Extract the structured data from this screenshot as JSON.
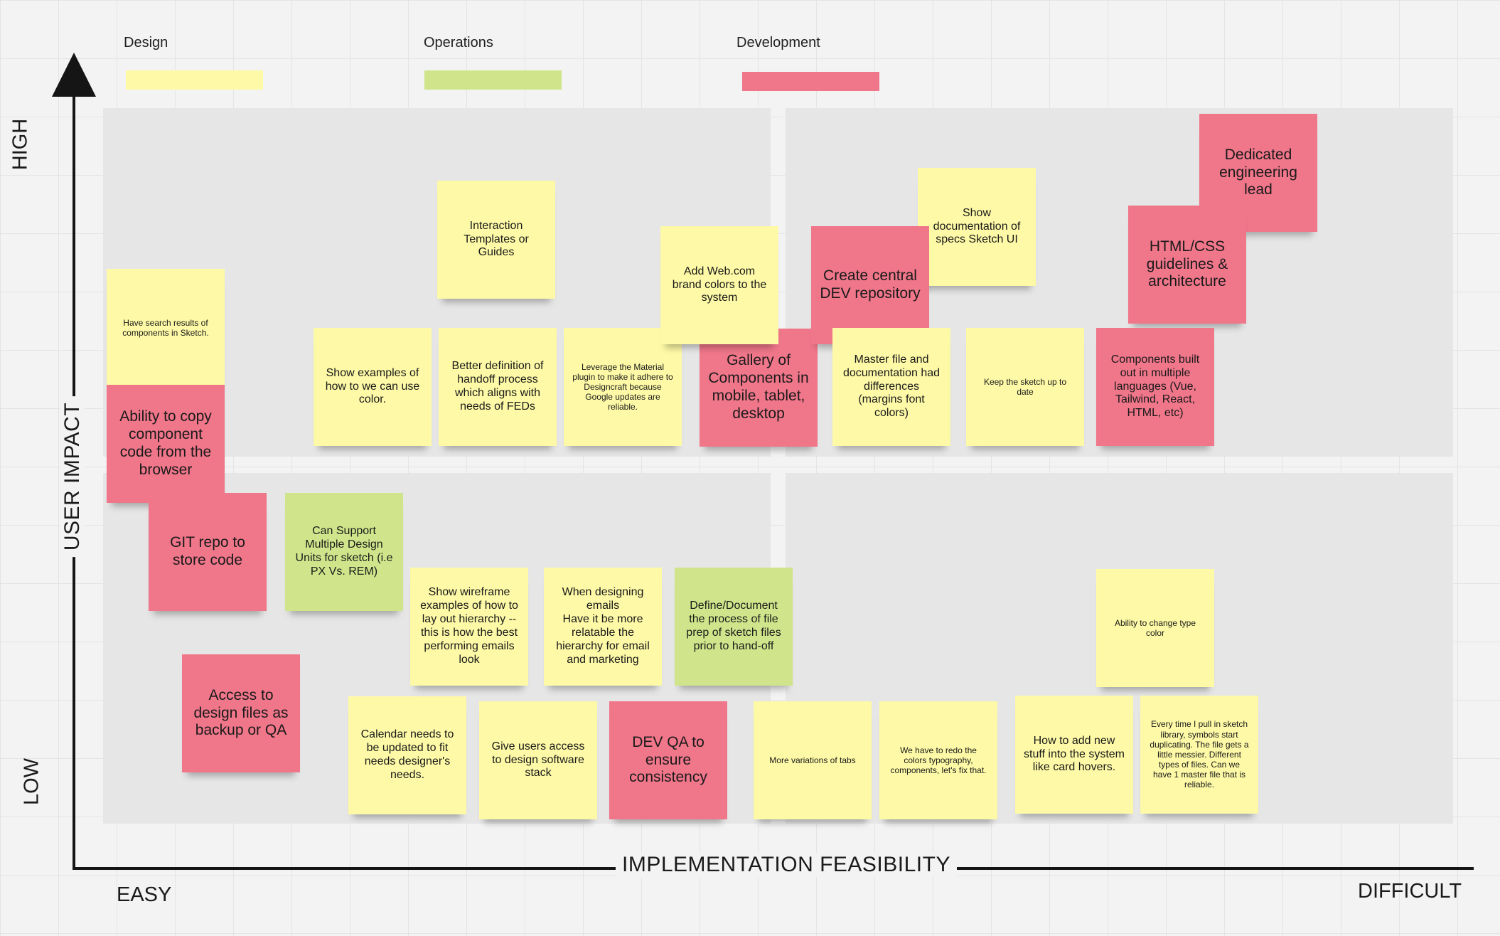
{
  "legend": [
    {
      "label": "Design",
      "color": "#fdf9a6"
    },
    {
      "label": "Operations",
      "color": "#d0e58b"
    },
    {
      "label": "Development",
      "color": "#f0768a"
    }
  ],
  "axes": {
    "y_title": "USER IMPACT",
    "y_high": "HIGH",
    "y_low": "LOW",
    "x_title": "IMPLEMENTATION FEASIBILITY",
    "x_easy": "EASY",
    "x_difficult": "DIFFICULT"
  },
  "notes": [
    {
      "id": "n01",
      "category": "Design",
      "color": "yellow",
      "text": "Interaction Templates or Guides"
    },
    {
      "id": "n02",
      "category": "Design",
      "color": "yellow",
      "text": "Have search results of components in Sketch."
    },
    {
      "id": "n03",
      "category": "Design",
      "color": "yellow",
      "text": "Show examples of how to we can use color."
    },
    {
      "id": "n04",
      "category": "Design",
      "color": "yellow",
      "text": "Better definition of handoff process which aligns with needs of FEDs"
    },
    {
      "id": "n05",
      "category": "Design",
      "color": "yellow",
      "text": "Leverage the Material plugin to make it adhere to Designcraft because Google updates are reliable."
    },
    {
      "id": "n06",
      "category": "Development",
      "color": "pink",
      "text": "Gallery of Components in mobile, tablet, desktop"
    },
    {
      "id": "n07",
      "category": "Design",
      "color": "yellow",
      "text": "Add Web.com brand colors to the system"
    },
    {
      "id": "n08",
      "category": "Design",
      "color": "yellow",
      "text": "Show documentation of specs Sketch UI"
    },
    {
      "id": "n09",
      "category": "Development",
      "color": "pink",
      "text": "Create central DEV repository"
    },
    {
      "id": "n10",
      "category": "Development",
      "color": "pink",
      "text": "Dedicated engineering lead"
    },
    {
      "id": "n11",
      "category": "Development",
      "color": "pink",
      "text": "HTML/CSS guidelines & architecture"
    },
    {
      "id": "n12",
      "category": "Design",
      "color": "yellow",
      "text": "Master file and documentation had differences (margins font colors)"
    },
    {
      "id": "n13",
      "category": "Design",
      "color": "yellow",
      "text": "Keep the sketch up to date"
    },
    {
      "id": "n14",
      "category": "Development",
      "color": "pink",
      "text": "Components built out in multiple languages (Vue, Tailwind, React, HTML, etc)"
    },
    {
      "id": "n15",
      "category": "Development",
      "color": "pink",
      "text": "Ability to copy component code from the browser"
    },
    {
      "id": "n16",
      "category": "Development",
      "color": "pink",
      "text": "GIT repo to store code"
    },
    {
      "id": "n17",
      "category": "Operations",
      "color": "green",
      "text": "Can Support Multiple Design Units for sketch (i.e PX Vs. REM)"
    },
    {
      "id": "n18",
      "category": "Design",
      "color": "yellow",
      "text": "Show wireframe examples of how to lay out hierarchy -- this is how the best performing emails look"
    },
    {
      "id": "n19",
      "category": "Design",
      "color": "yellow",
      "text": "When designing emails\nHave it be more relatable the hierarchy for email and marketing"
    },
    {
      "id": "n20",
      "category": "Operations",
      "color": "green",
      "text": "Define/Document the process of file prep of sketch files prior to hand-off"
    },
    {
      "id": "n21",
      "category": "Development",
      "color": "pink",
      "text": "Access to design files as backup or QA"
    },
    {
      "id": "n22",
      "category": "Design",
      "color": "yellow",
      "text": "Calendar needs to be updated to fit needs designer's needs."
    },
    {
      "id": "n23",
      "category": "Design",
      "color": "yellow",
      "text": "Give users access to design software stack"
    },
    {
      "id": "n24",
      "category": "Development",
      "color": "pink",
      "text": "DEV QA to ensure consistency"
    },
    {
      "id": "n25",
      "category": "Design",
      "color": "yellow",
      "text": "More variations of tabs"
    },
    {
      "id": "n26",
      "category": "Design",
      "color": "yellow",
      "text": "We    have to redo the colors typography, components, let's fix that."
    },
    {
      "id": "n27",
      "category": "Design",
      "color": "yellow",
      "text": "Ability to change type color"
    },
    {
      "id": "n28",
      "category": "Design",
      "color": "yellow",
      "text": "How to add new stuff into the system like card hovers."
    },
    {
      "id": "n29",
      "category": "Design",
      "color": "yellow",
      "text": "Every time I pull in sketch library, symbols start duplicating. The file gets a little messier. Different types of files. Can we have 1 master file that is reliable."
    }
  ]
}
